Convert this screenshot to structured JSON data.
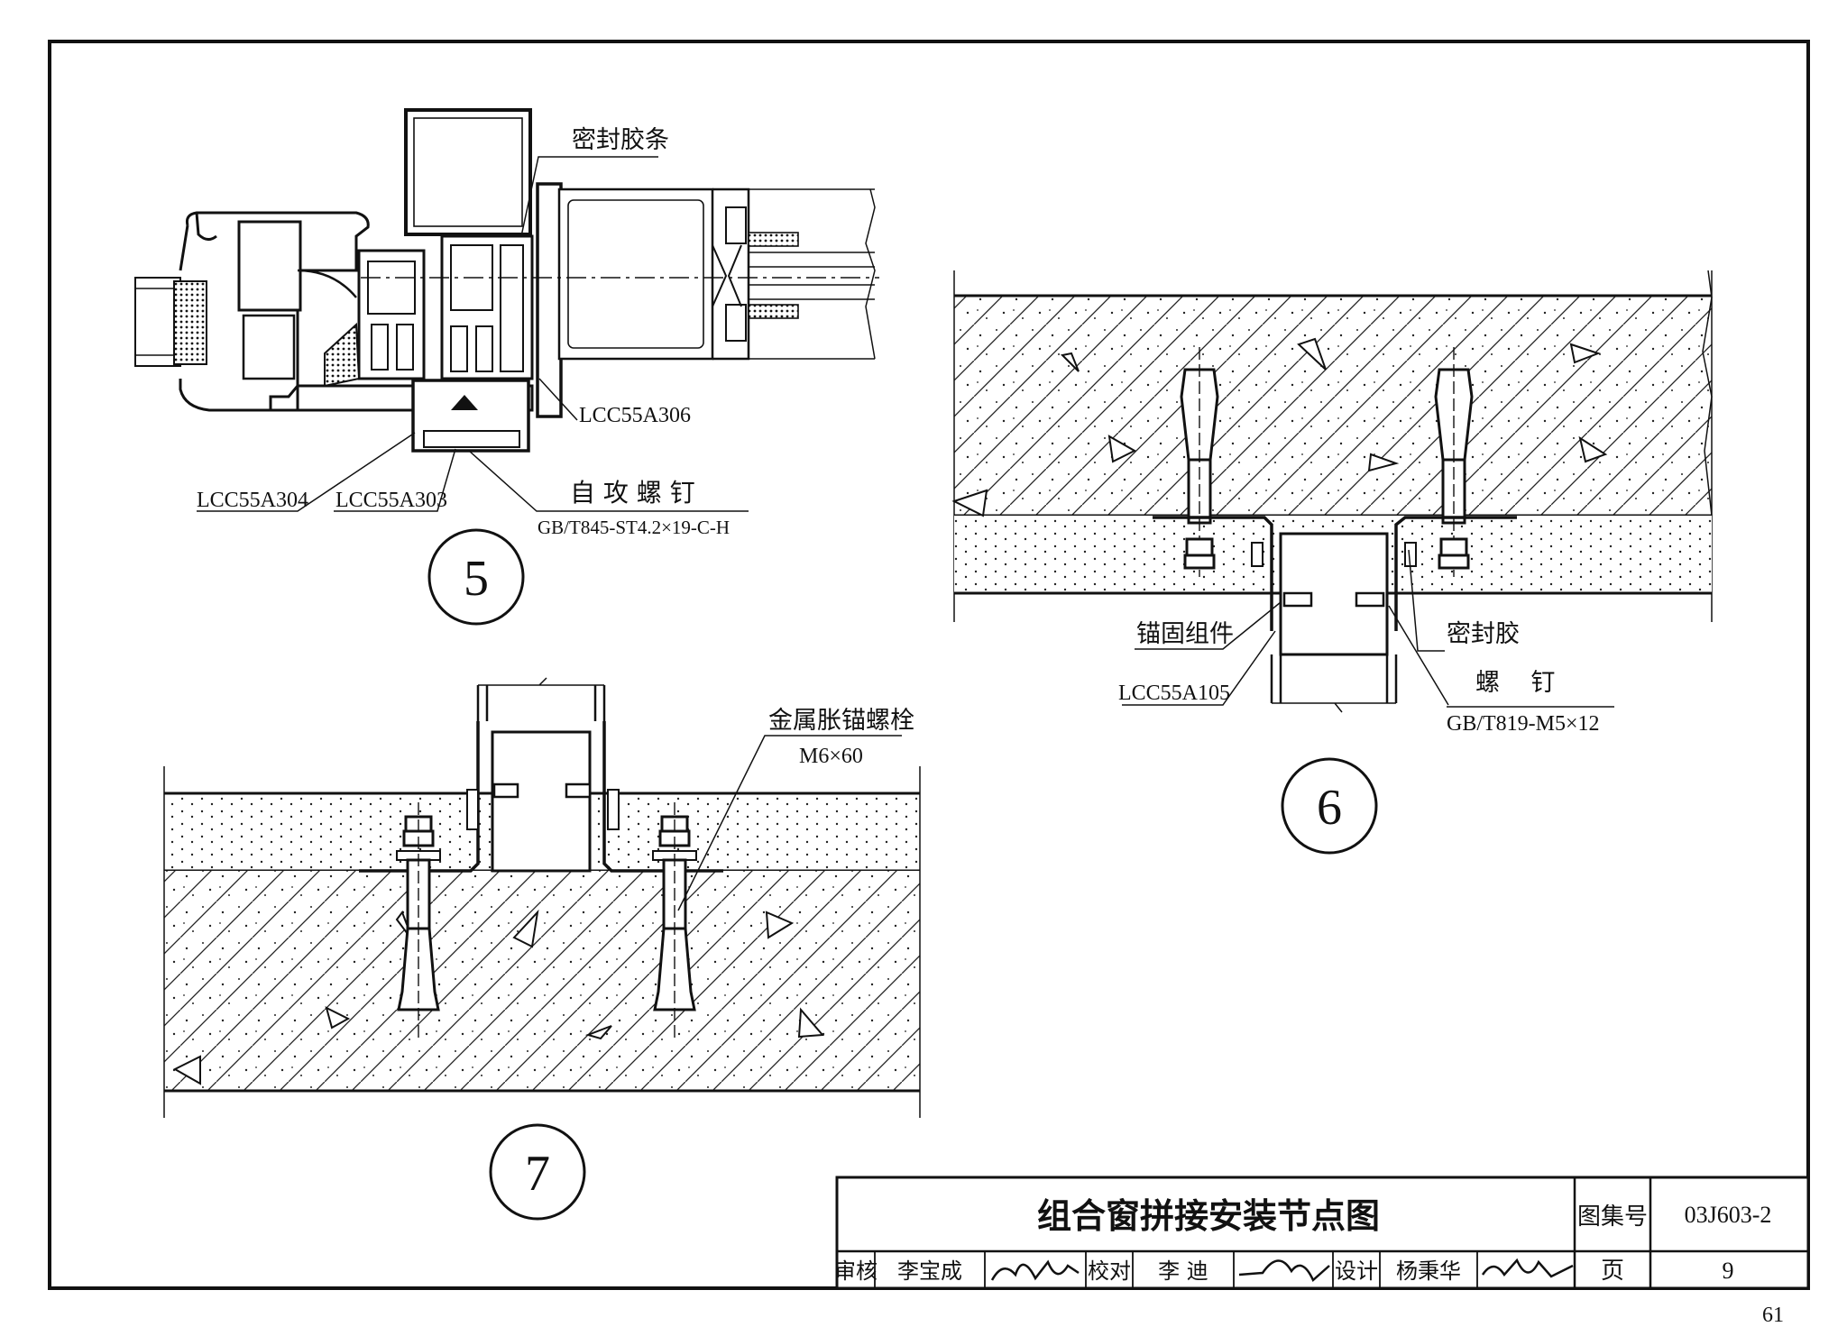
{
  "detail5": {
    "number": "5",
    "seal_strip": "密封胶条",
    "part_306": "LCC55A306",
    "part_304": "LCC55A304",
    "part_303": "LCC55A303",
    "screw_title": "自 攻 螺 钉",
    "screw_spec": "GB/T845-ST4.2×19-C-H"
  },
  "detail6": {
    "number": "6",
    "anchor_assembly": "锚固组件",
    "part_105": "LCC55A105",
    "sealant": "密封胶",
    "screw_title": "螺    钉",
    "screw_spec": "GB/T819-M5×12"
  },
  "detail7": {
    "number": "7",
    "bolt_title": "金属胀锚螺栓",
    "bolt_spec": "M6×60"
  },
  "title_block": {
    "title": "组合窗拼接安装节点图",
    "atlas_label": "图集号",
    "atlas_no": "03J603-2",
    "review_label": "审核",
    "reviewer": "李宝成",
    "check_label": "校对",
    "checker": "李 迪",
    "design_label": "设计",
    "designer": "杨秉华",
    "page_label": "页",
    "page_no": "9"
  },
  "sheet_page": "61"
}
